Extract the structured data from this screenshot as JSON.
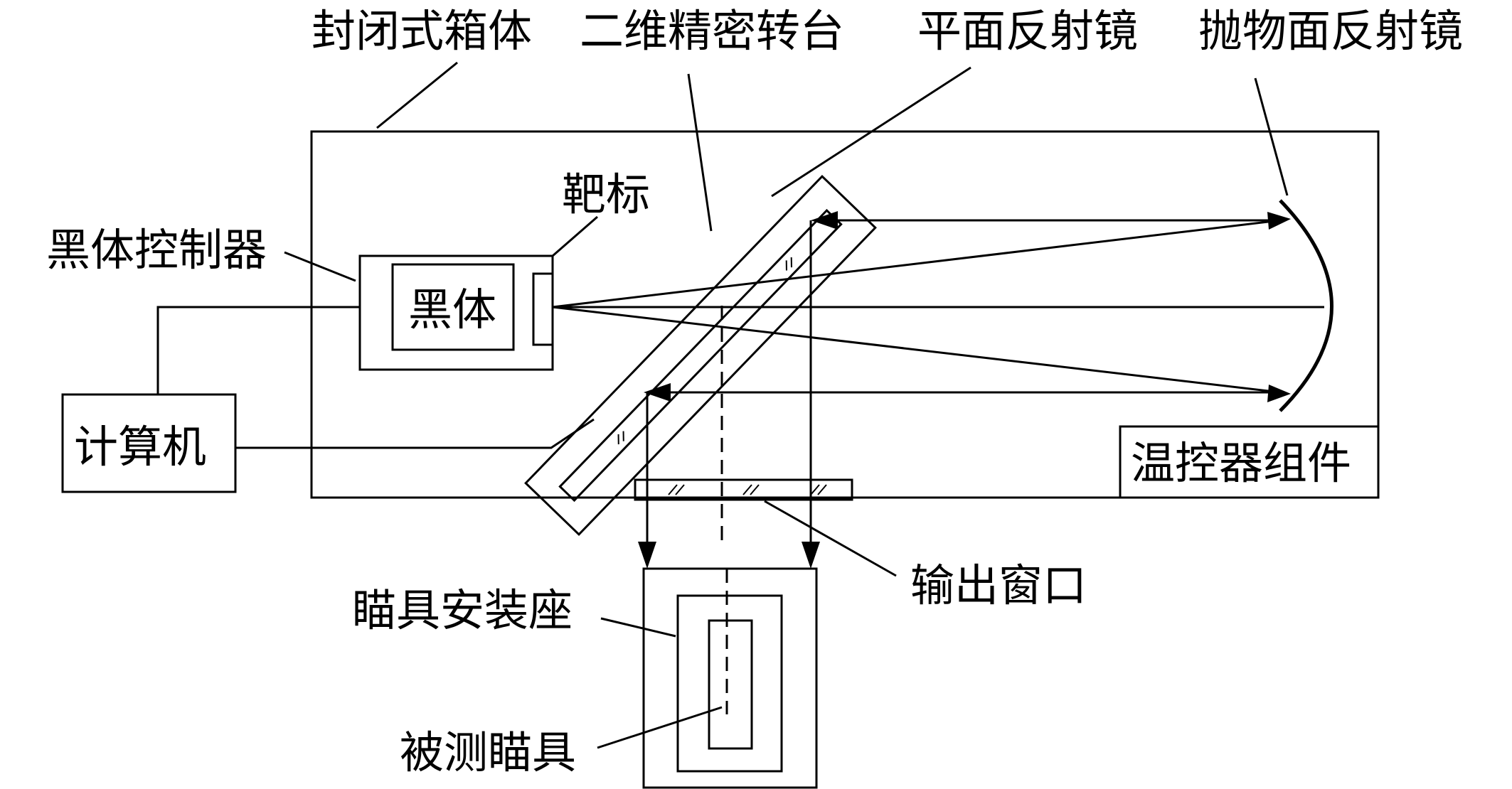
{
  "labels": {
    "sealed_box": "封闭式箱体",
    "turntable": "二维精密转台",
    "plane_mirror": "平面反射镜",
    "parabolic_mirror": "抛物面反射镜",
    "target": "靶标",
    "blackbody_controller": "黑体控制器",
    "blackbody": "黑体",
    "computer": "计算机",
    "temp_controller": "温控器组件",
    "output_window": "输出窗口",
    "sight_mount": "瞄具安装座",
    "sight_under_test": "被测瞄具"
  }
}
